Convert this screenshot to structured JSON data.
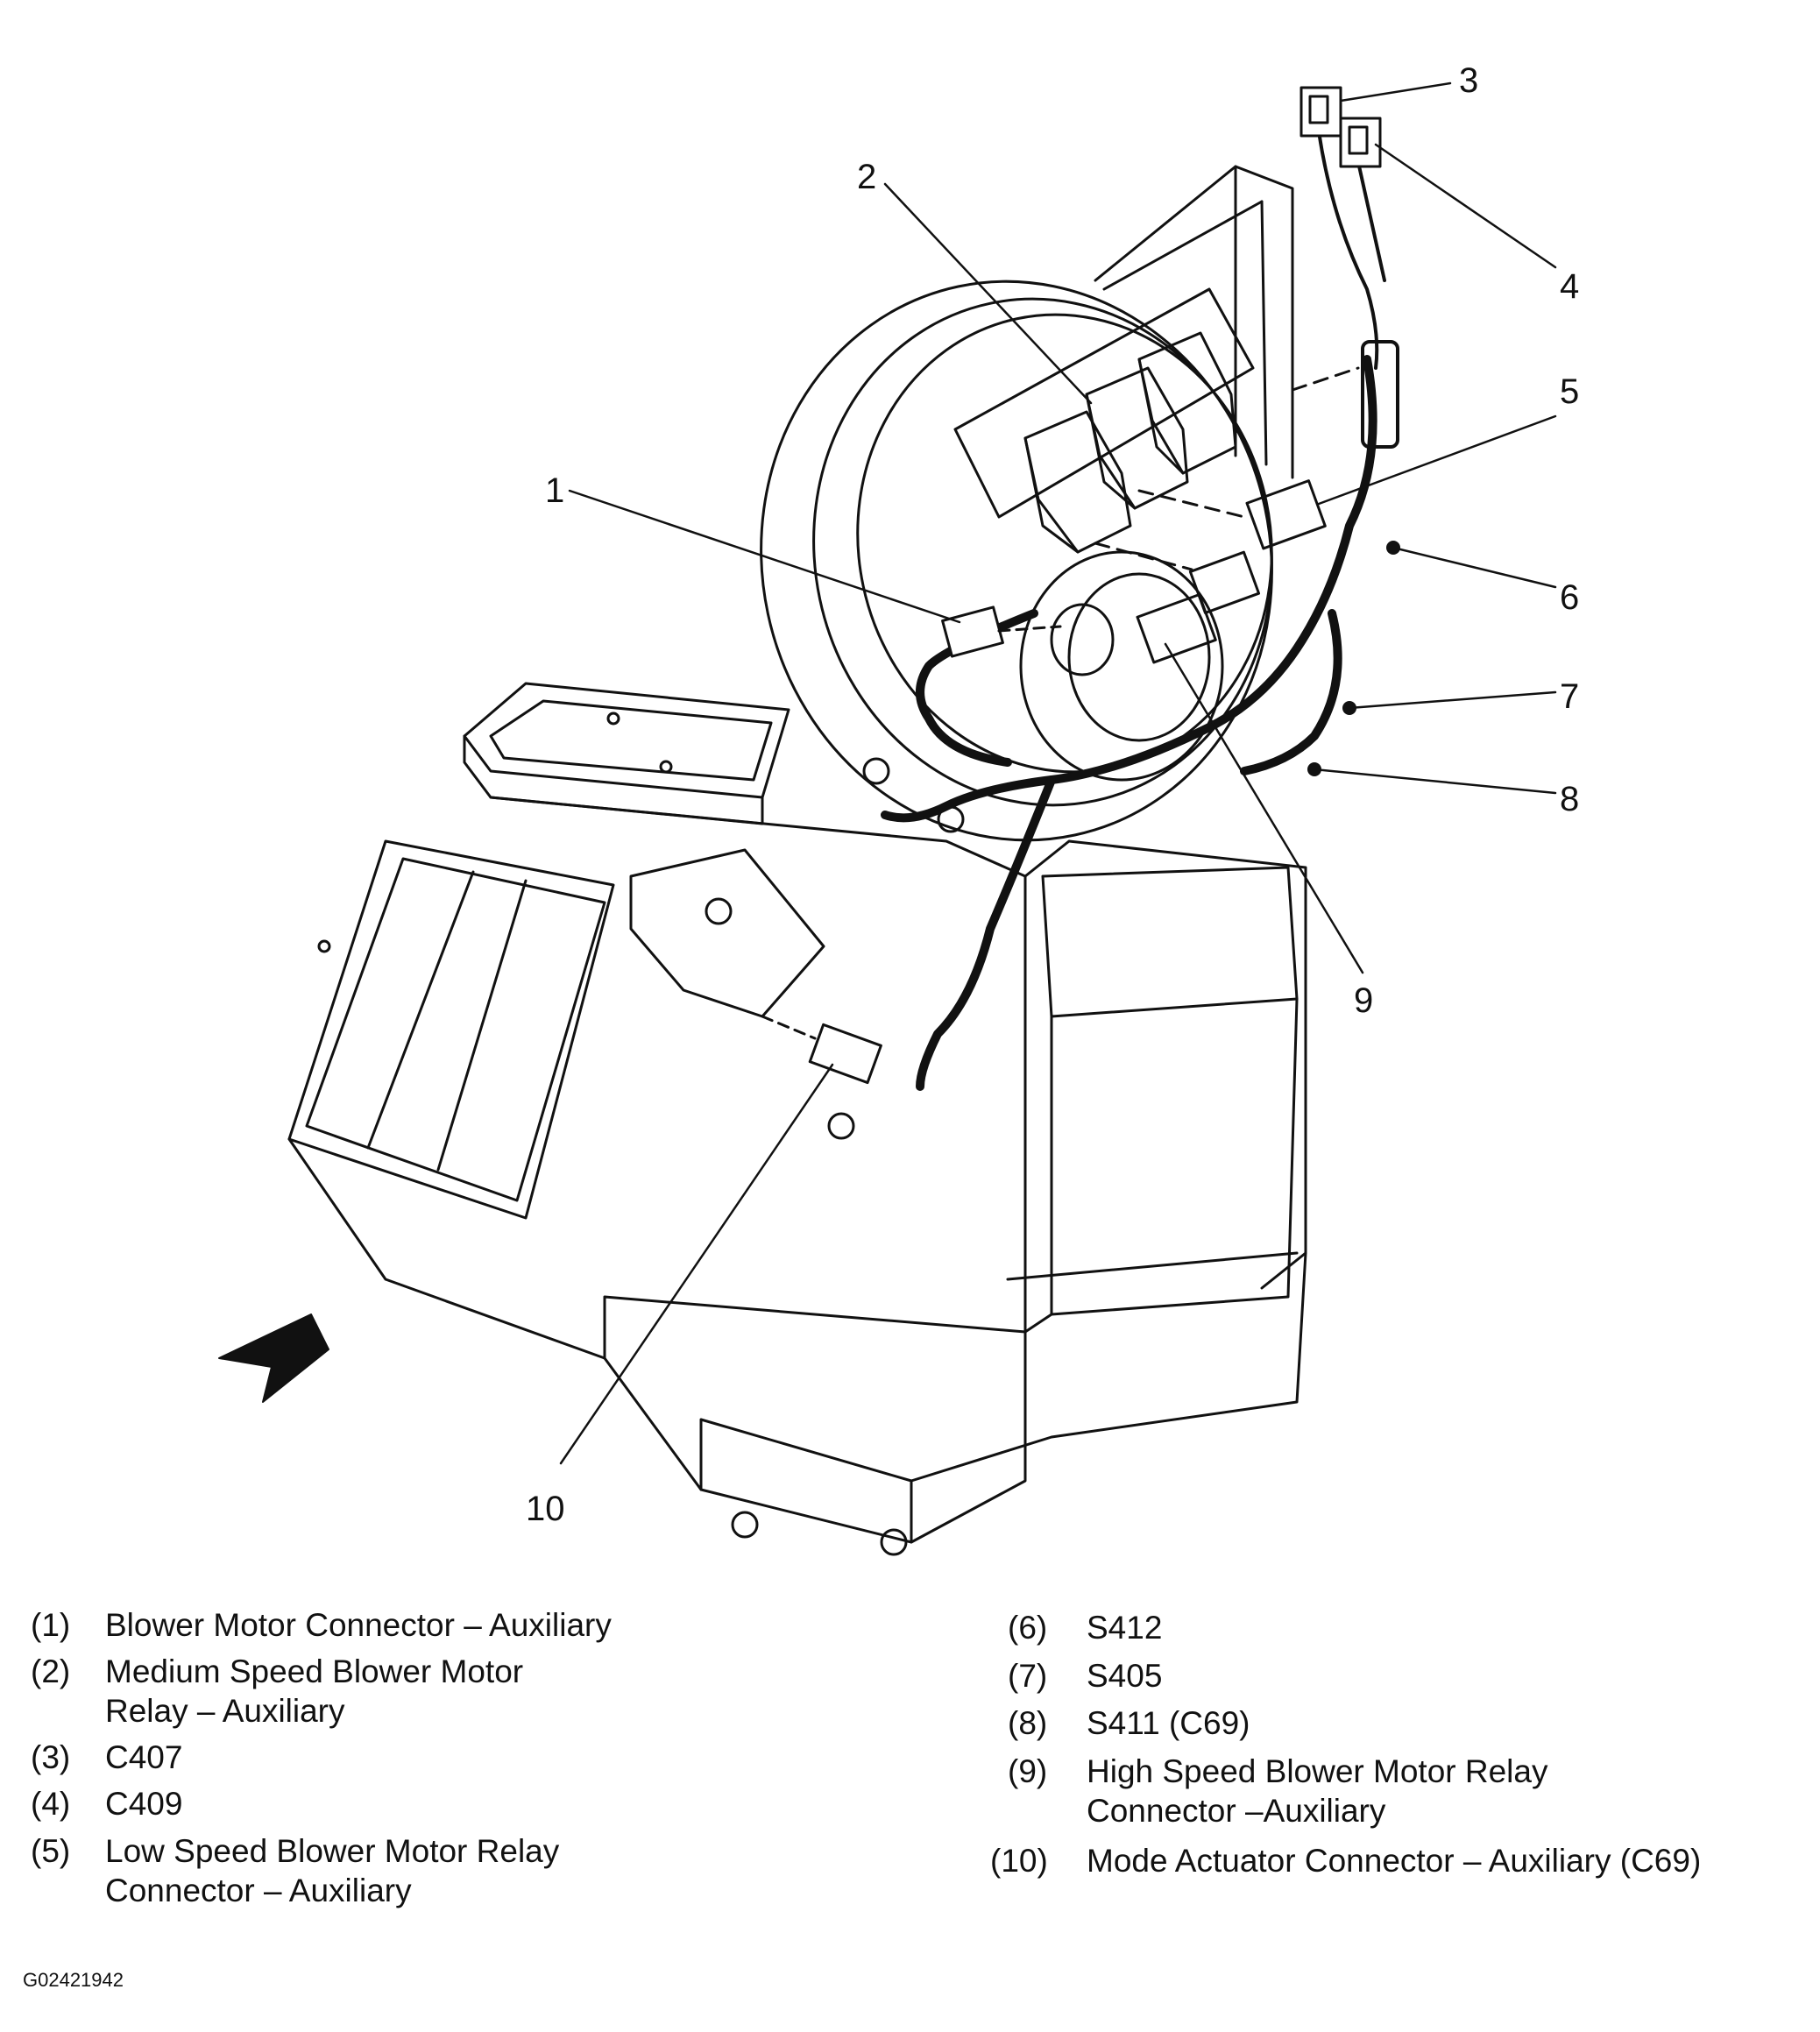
{
  "callouts": [
    "1",
    "2",
    "3",
    "4",
    "5",
    "6",
    "7",
    "8",
    "9",
    "10"
  ],
  "legend": [
    {
      "num": "(1)",
      "lines": [
        "Blower Motor Connector – Auxiliary"
      ]
    },
    {
      "num": "(2)",
      "lines": [
        "Medium Speed Blower Motor",
        "Relay – Auxiliary"
      ]
    },
    {
      "num": "(3)",
      "lines": [
        "C407"
      ]
    },
    {
      "num": "(4)",
      "lines": [
        "C409"
      ]
    },
    {
      "num": "(5)",
      "lines": [
        "Low Speed Blower Motor Relay",
        "Connector – Auxiliary"
      ]
    },
    {
      "num": "(6)",
      "lines": [
        "S412"
      ]
    },
    {
      "num": "(7)",
      "lines": [
        "S405"
      ]
    },
    {
      "num": "(8)",
      "lines": [
        "S411 (C69)"
      ]
    },
    {
      "num": "(9)",
      "lines": [
        "High Speed Blower Motor Relay",
        "Connector –Auxiliary"
      ]
    },
    {
      "num": "(10)",
      "lines": [
        "Mode Actuator Connector – Auxiliary (C69)"
      ]
    }
  ],
  "figure_code": "G02421942",
  "colors": {
    "ink": "#111111",
    "paper": "#ffffff",
    "arrow_fill": "#111111"
  }
}
